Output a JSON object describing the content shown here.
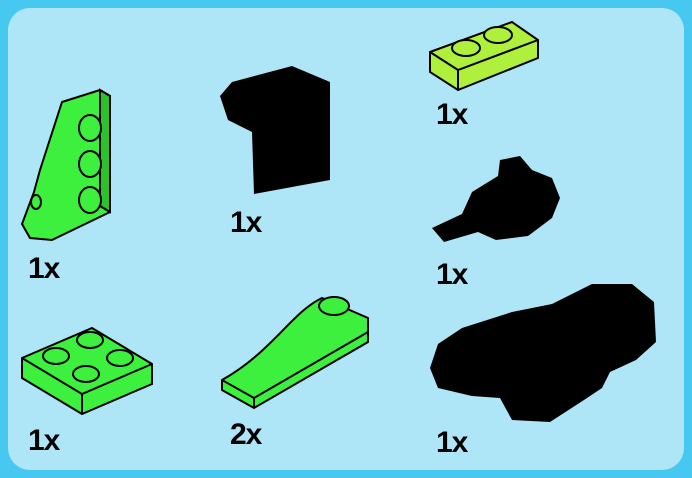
{
  "colors": {
    "frame": "#46c8f0",
    "panel": "#aee6f7",
    "bright_green": "#3ef03e",
    "lime_green": "#aef03c",
    "black_part": "#000000"
  },
  "parts": [
    {
      "id": "wedge-plate",
      "color": "bright_green",
      "qty": "1x"
    },
    {
      "id": "bracket",
      "color": "black_part",
      "qty": "1x"
    },
    {
      "id": "plate-1x2",
      "color": "lime_green",
      "qty": "1x"
    },
    {
      "id": "ball-joint",
      "color": "black_part",
      "qty": "1x"
    },
    {
      "id": "plate-2x2",
      "color": "bright_green",
      "qty": "1x"
    },
    {
      "id": "slope-curved",
      "color": "bright_green",
      "qty": "2x"
    },
    {
      "id": "engine-block",
      "color": "black_part",
      "qty": "1x"
    }
  ]
}
